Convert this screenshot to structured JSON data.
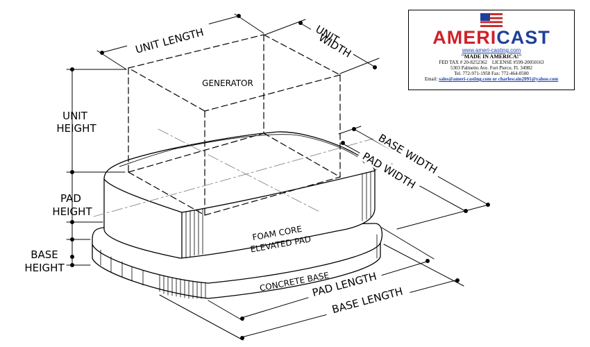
{
  "labels": {
    "unit_length": "UNIT LENGTH",
    "unit_width_1": "UNIT",
    "unit_width_2": "WIDTH",
    "unit_height_1": "UNIT",
    "unit_height_2": "HEIGHT",
    "pad_height_1": "PAD",
    "pad_height_2": "HEIGHT",
    "base_height_1": "BASE",
    "base_height_2": "HEIGHT",
    "base_width": "BASE WIDTH",
    "pad_width": "PAD WIDTH",
    "pad_length": "PAD LENGTH",
    "base_length": "BASE LENGTH",
    "generator": "GENERATOR",
    "foam_core_1": "FOAM CORE",
    "foam_core_2": "ELEVATED PAD",
    "concrete_base": "CONCRETE BASE"
  },
  "logo": {
    "brand_part_1": "AMERI",
    "brand_part_2": "CAST",
    "website": "www.ameri-casting.com",
    "tagline": "\"MADE IN AMERICA!\"",
    "fed_tax": "FED TAX # 20-8252362",
    "license": "LICENSE #599-20050163",
    "address": "5303 Palmetto Ave.  Fort Pierce, Fl. 34982",
    "phone": "Tel.  772-971-1958 Fax:  772-464-0500",
    "email_label": "Email:",
    "email_value": "sales@ameri-casting.com or charlescain2091@yahoo.com",
    "colors": {
      "red": "#d0202a",
      "blue": "#1f3f9a",
      "link": "#1a3fb0"
    }
  }
}
